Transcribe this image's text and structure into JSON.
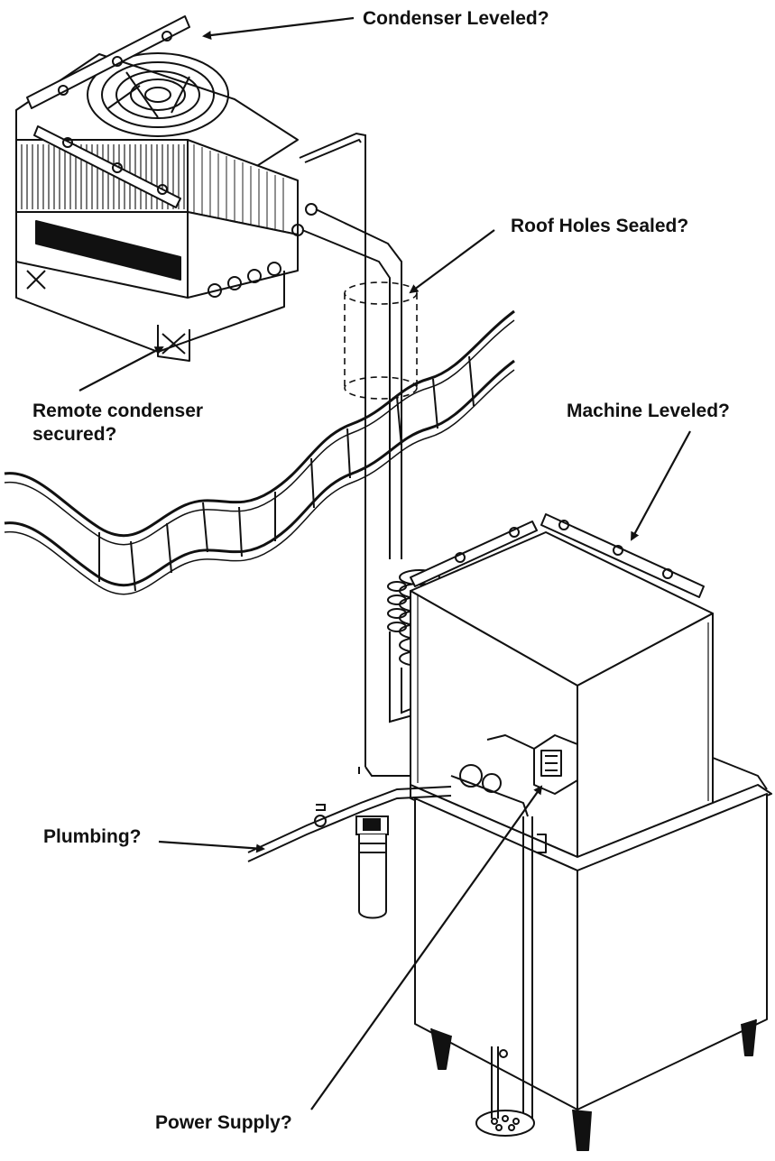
{
  "labels": {
    "condenser_leveled": "Condenser Leveled?",
    "roof_holes_sealed": "Roof Holes Sealed?",
    "remote_condenser_line1": "Remote condenser",
    "remote_condenser_line2": "secured?",
    "machine_leveled": "Machine Leveled?",
    "plumbing": "Plumbing?",
    "power_supply": "Power Supply?"
  },
  "colors": {
    "ink": "#111111",
    "background": "#ffffff"
  }
}
